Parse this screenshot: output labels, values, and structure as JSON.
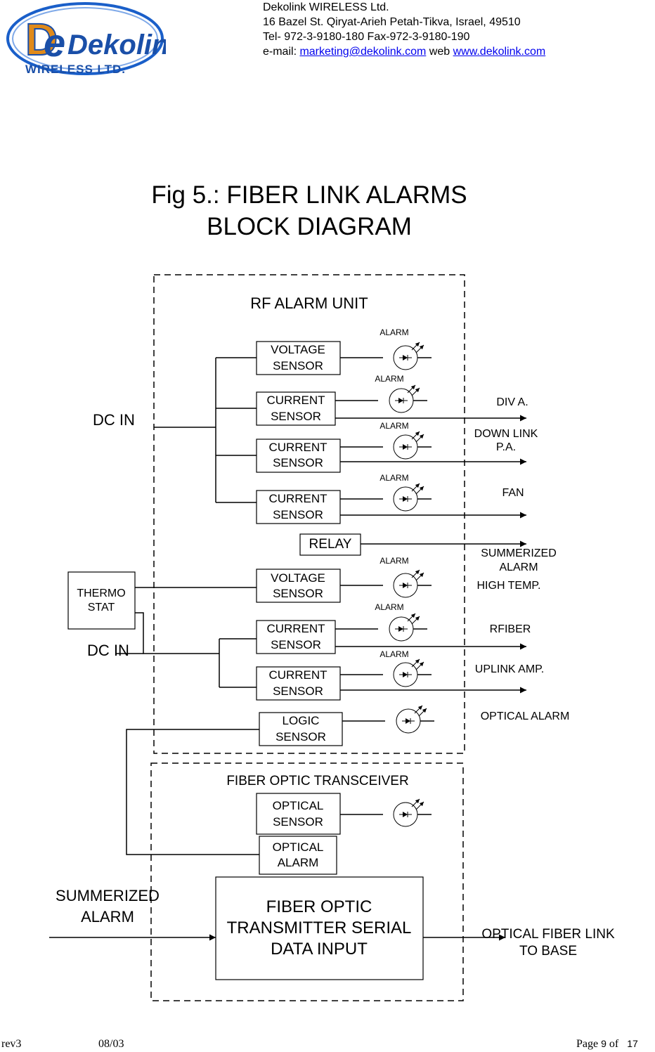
{
  "header": {
    "logo_text": "Dekolink",
    "logo_sub": "WIRELESS LTD.",
    "company": "Dekolink WIRELESS Ltd.",
    "address": "16 Bazel St. Qiryat-Arieh Petah-Tikva, Israel, 49510",
    "phone": "Tel- 972-3-9180-180 Fax-972-3-9180-190",
    "email_label": "e-mail: ",
    "email": "marketing@dekolink.com",
    "web_label": " web ",
    "web": "www.dekolink.com"
  },
  "title": {
    "line1": "Fig 5.: FIBER LINK ALARMS",
    "line2": "BLOCK DIAGRAM"
  },
  "diagram": {
    "rf_unit_label": "RF ALARM UNIT",
    "fiber_unit_label": "FIBER OPTIC TRANSCEIVER",
    "alarm_label": "ALARM",
    "dc_in_1": "DC IN",
    "dc_in_2": "DC IN",
    "thermostat": [
      "THERMO",
      "STAT"
    ],
    "voltage_sensor_1": [
      "VOLTAGE",
      "SENSOR"
    ],
    "current_sensor_1": [
      "CURRENT",
      "SENSOR"
    ],
    "current_sensor_2": [
      "CURRENT",
      "SENSOR"
    ],
    "current_sensor_3": [
      "CURRENT",
      "SENSOR"
    ],
    "relay": "RELAY",
    "voltage_sensor_2": [
      "VOLTAGE",
      "SENSOR"
    ],
    "current_sensor_4": [
      "CURRENT",
      "SENSOR"
    ],
    "current_sensor_5": [
      "CURRENT",
      "SENSOR"
    ],
    "logic_sensor": [
      "LOGIC",
      "SENSOR"
    ],
    "optical_sensor": [
      "OPTICAL",
      "SENSOR"
    ],
    "optical_alarm": [
      "OPTICAL",
      "ALARM"
    ],
    "transmitter": [
      "FIBER OPTIC",
      "TRANSMITTER SERIAL",
      "DATA INPUT"
    ],
    "outputs": {
      "div_a": "DIV A.",
      "down_link": [
        "DOWN LINK",
        "P.A."
      ],
      "fan": "FAN",
      "summerized_alarm": [
        "SUMMERIZED",
        "ALARM"
      ],
      "high_temp": "HIGH TEMP.",
      "rfiber": "RFIBER",
      "uplink_amp": "UPLINK AMP.",
      "optical_alarm_out": "OPTICAL ALARM",
      "fiber_link": [
        "OPTICAL FIBER LINK",
        "TO BASE"
      ]
    },
    "summerized_input": [
      "SUMMERIZED",
      "ALARM"
    ]
  },
  "footer": {
    "rev": "rev3",
    "date": "08/03",
    "page_label": "Page",
    "page_num": "9",
    "of_label": "of",
    "page_total": "17"
  }
}
